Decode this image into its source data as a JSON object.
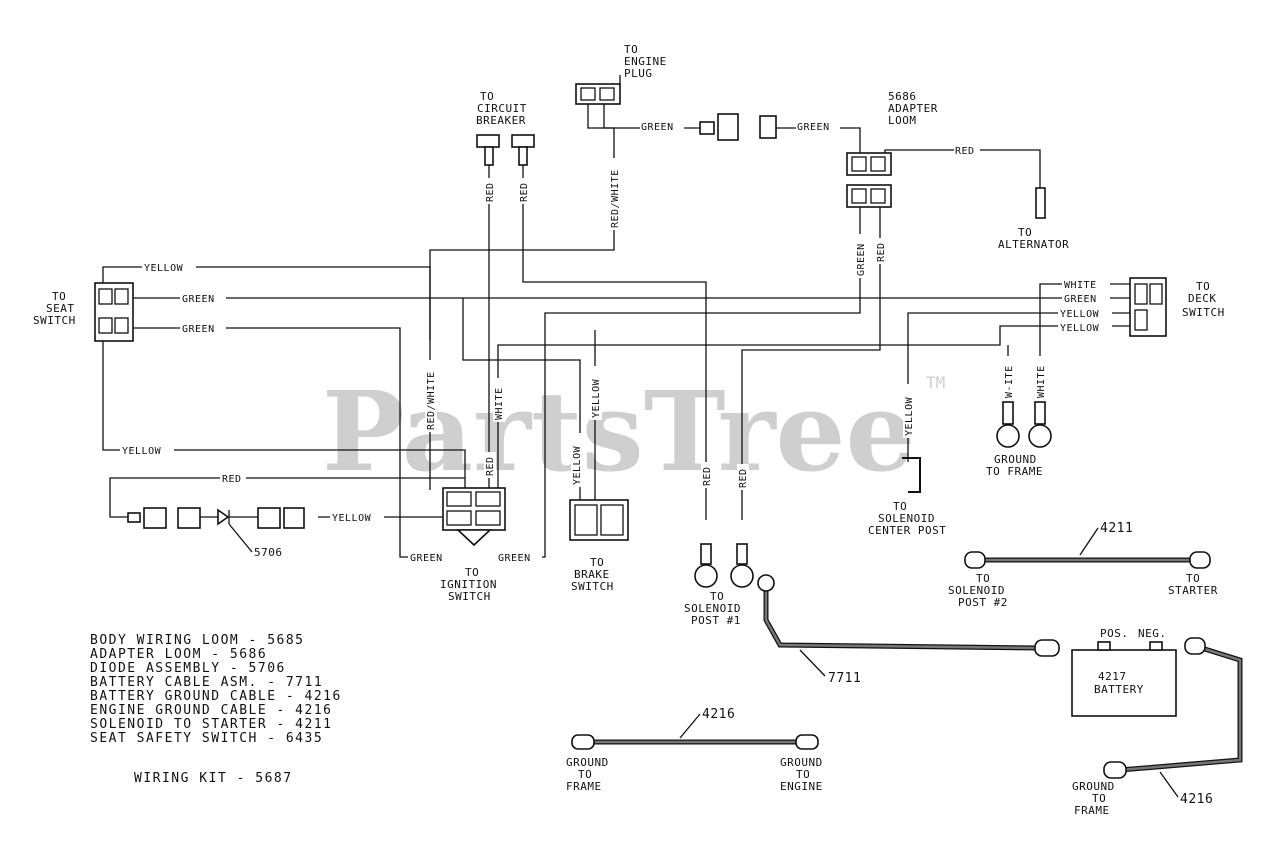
{
  "watermark": {
    "text": "PartsTree",
    "tm": "TM"
  },
  "connectors": {
    "engine_plug": [
      "TO",
      "ENGINE",
      "PLUG"
    ],
    "circuit_breaker": [
      "TO",
      "CIRCUIT",
      "BREAKER"
    ],
    "adapter_loom": [
      "5686",
      "ADAPTER",
      "LOOM"
    ],
    "alternator": [
      "TO",
      "ALTERNATOR"
    ],
    "seat_switch": [
      "TO",
      "SEAT",
      "SWITCH"
    ],
    "deck_switch": [
      "TO",
      "DECK",
      "SWITCH"
    ],
    "ignition_switch": [
      "TO",
      "IGNITION",
      "SWITCH"
    ],
    "brake_switch": [
      "TO",
      "BRAKE",
      "SWITCH"
    ],
    "solenoid_post1": [
      "TO",
      "SOLENOID",
      "POST #1"
    ],
    "solenoid_center": [
      "TO",
      "SOLENOID",
      "CENTER POST"
    ],
    "ground_frame_top": [
      "GROUND",
      "TO FRAME"
    ],
    "solenoid_post2": [
      "TO",
      "SOLENOID",
      "POST #2"
    ],
    "starter": [
      "TO",
      "STARTER"
    ],
    "ground_frame_bottom": [
      "GROUND",
      "TO",
      "FRAME"
    ],
    "ground_engine": [
      "GROUND",
      "TO",
      "ENGINE"
    ],
    "ground_frame_right": [
      "GROUND",
      "TO",
      "FRAME"
    ]
  },
  "wire_labels": {
    "green": "GREEN",
    "red": "RED",
    "red_white": "RED/WHITE",
    "yellow": "YELLOW",
    "white": "WHITE",
    "w_ite": "W-ITE"
  },
  "part_numbers": {
    "diode": "5706",
    "solenoid_cable": "4211",
    "battery_cable": "7711",
    "ground_cable": "4216"
  },
  "battery": {
    "pos": "POS.",
    "neg": "NEG.",
    "number": "4217",
    "name": "BATTERY"
  },
  "legend": [
    "BODY WIRING LOOM - 5685",
    "ADAPTER LOOM - 5686",
    "DIODE ASSEMBLY - 5706",
    "BATTERY CABLE ASM. - 7711",
    "BATTERY GROUND CABLE - 4216",
    "ENGINE GROUND CABLE - 4216",
    "SOLENOID TO STARTER - 4211",
    "SEAT SAFETY SWITCH - 6435"
  ],
  "kit_title": "WIRING KIT - 5687"
}
